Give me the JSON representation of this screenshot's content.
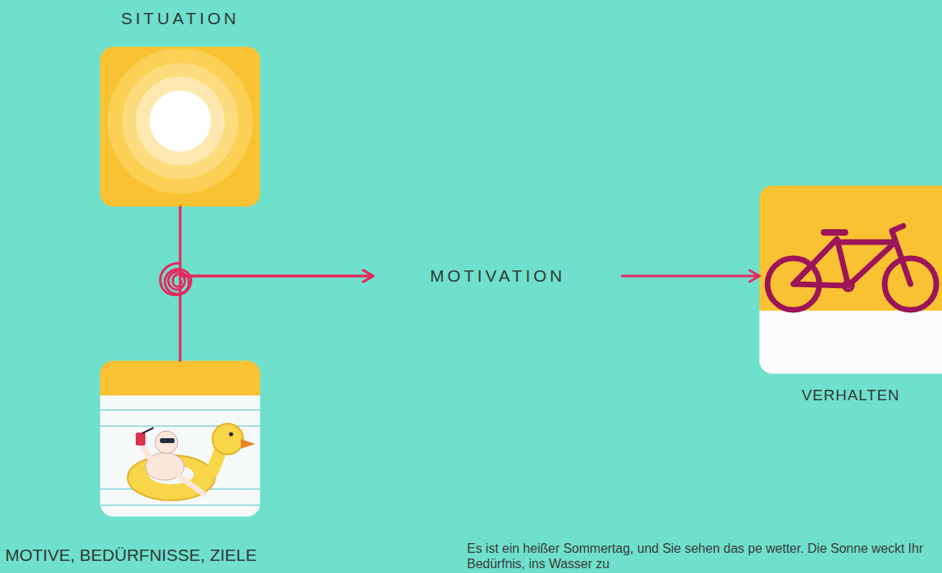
{
  "diagram": {
    "nodes": [
      {
        "text": [
          "SITUATION"
        ]
      },
      {
        "text": [
          "MOTIVE, BEDÜRFNISSE, ZIELE"
        ]
      },
      {
        "text": [
          "MOTIVATION"
        ]
      },
      {
        "text": [
          "VERHALTEN"
        ]
      }
    ],
    "edges": [
      {
        "from": 0,
        "to": 2,
        "arrow": "to"
      },
      {
        "from": 1,
        "to": 2,
        "arrow": "to"
      },
      {
        "from": 2,
        "to": 3,
        "arrow": "to"
      }
    ],
    "labels": [
      "Es ist ein heißer Sommertag, und Sie sehen das pe wetter. Die Sonne weckt Ihr Bedürfnis, ins Wasser zu"
    ]
  }
}
